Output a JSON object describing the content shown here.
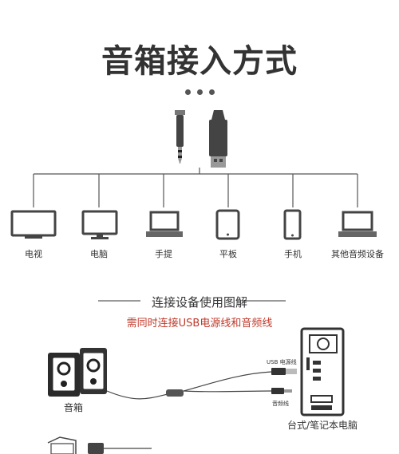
{
  "header": {
    "title": "音箱接入方式"
  },
  "devices": [
    {
      "label": "电视",
      "icon": "tv-icon"
    },
    {
      "label": "电脑",
      "icon": "monitor-icon"
    },
    {
      "label": "手提",
      "icon": "laptop-icon"
    },
    {
      "label": "平板",
      "icon": "tablet-icon"
    },
    {
      "label": "手机",
      "icon": "phone-icon"
    },
    {
      "label": "其他音频设备",
      "icon": "laptop-icon"
    }
  ],
  "connection": {
    "section_title": "连接设备使用图解",
    "subtitle": "需同时连接USB电源线和音频线",
    "usb_label": "USB 电源线",
    "audio_label": "音频线",
    "speaker_label": "音箱",
    "pc_label": "台式/笔记本电脑"
  },
  "colors": {
    "subtitle": "#c0392b",
    "line": "#555555"
  }
}
